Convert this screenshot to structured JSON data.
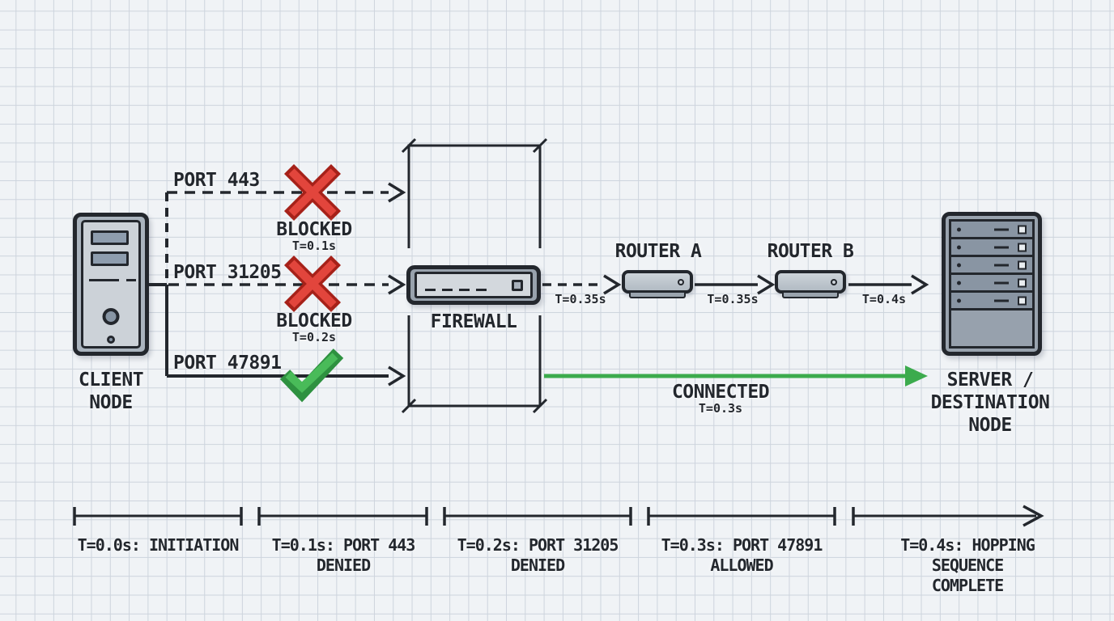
{
  "client": {
    "line1": "CLIENT",
    "line2": "NODE"
  },
  "attempts": [
    {
      "port": "PORT 443",
      "status": "BLOCKED",
      "time": "T=0.1s",
      "result": "blocked"
    },
    {
      "port": "PORT 31205",
      "status": "BLOCKED",
      "time": "T=0.2s",
      "result": "blocked"
    },
    {
      "port": "PORT 47891",
      "result": "allowed"
    }
  ],
  "firewall": {
    "label": "FIREWALL"
  },
  "routers": [
    {
      "label": "ROUTER A"
    },
    {
      "label": "ROUTER B"
    }
  ],
  "server": {
    "line1": "SERVER /",
    "line2": "DESTINATION",
    "line3": "NODE"
  },
  "connection": {
    "status": "CONNECTED",
    "time": "T=0.3s"
  },
  "hops": [
    {
      "time": "T=0.35s"
    },
    {
      "time": "T=0.35s"
    },
    {
      "time": "T=0.4s"
    }
  ],
  "timeline": {
    "events": [
      {
        "line1": "T=0.0s: INITIATION",
        "line2": ""
      },
      {
        "line1": "T=0.1s: PORT 443",
        "line2": "DENIED"
      },
      {
        "line1": "T=0.2s: PORT 31205",
        "line2": "DENIED"
      },
      {
        "line1": "T=0.3s: PORT 47891",
        "line2": "ALLOWED"
      },
      {
        "line1": "T=0.4s: HOPPING SEQUENCE",
        "line2": "COMPLETE"
      }
    ]
  },
  "colors": {
    "blocked_red": "#e2453c",
    "blocked_red_outline": "#a62119",
    "allowed_green": "#49bb59",
    "allowed_green_outline": "#2e9140",
    "connected_arrow_green": "#3cab4d",
    "line_ink": "#23272d",
    "paper": "#f0f3f6",
    "grid_line": "#cdd4dd"
  }
}
